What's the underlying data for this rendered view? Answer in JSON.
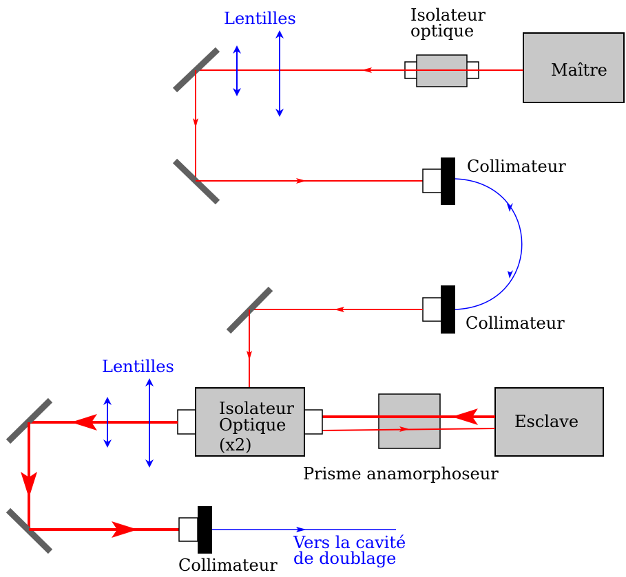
{
  "colors": {
    "beam": "#ff0000",
    "fiber": "#0000ff",
    "lens": "#0000ff",
    "mirror": "#606060",
    "box_fill": "#c8c8c8",
    "collimator_body": "#000000"
  },
  "labels": {
    "lens_top": "Lentilles",
    "isolator_top_line1": "Isolateur",
    "isolator_top_line2": "optique",
    "master": "Maître",
    "collimator_1": "Collimateur",
    "collimator_2": "Collimateur",
    "lens_bottom": "Lentilles",
    "isolator_bottom_line1": "Isolateur",
    "isolator_bottom_line2": "Optique",
    "isolator_bottom_line3": "(x2)",
    "slave": "Esclave",
    "prism": "Prisme anamorphoseur",
    "collimator_3": "Collimateur",
    "output_line1": "Vers la cavité",
    "output_line2": "de doublage"
  }
}
